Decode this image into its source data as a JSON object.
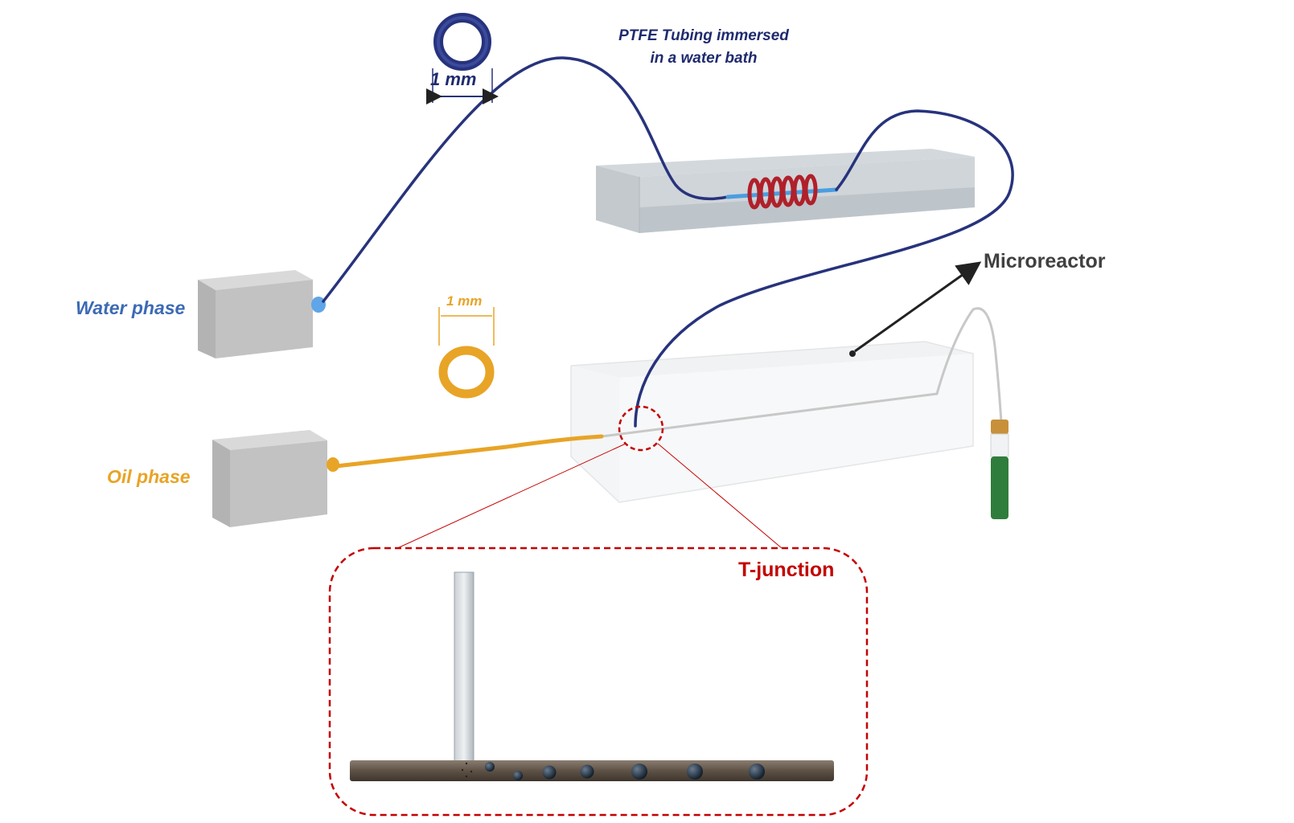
{
  "labels": {
    "water_phase": "Water phase",
    "oil_phase": "Oil phase",
    "ptfe_line1": "PTFE Tubing immersed",
    "ptfe_line2": "in a water bath",
    "tube_size_top": "1 mm",
    "tube_size_oil": "1 mm",
    "microreactor": "Microreactor",
    "t_junction": "T-junction"
  },
  "colors": {
    "water_tube": "#27337c",
    "oil_tube": "#e8a426",
    "pump_box": "#bdbdbd",
    "water_bath": "#c4cbd0",
    "coil": "#b0202a",
    "highlight": "#c40000",
    "channel": "#6b5e50",
    "droplet": "#1a2a3a",
    "collector": "#2f7d3c"
  }
}
